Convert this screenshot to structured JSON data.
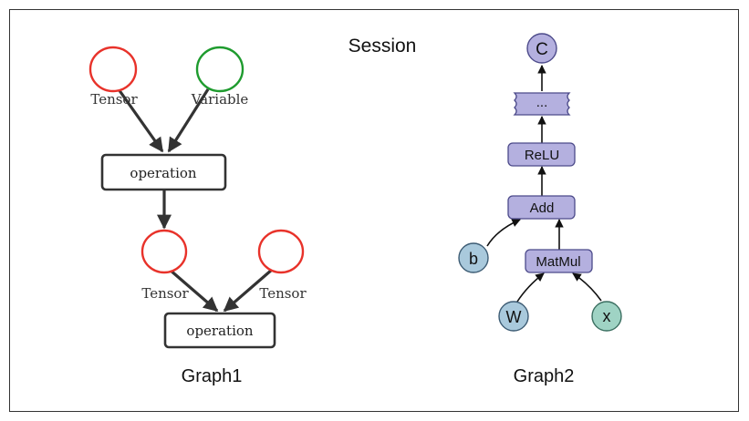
{
  "session": {
    "title": "Session"
  },
  "graph1": {
    "caption": "Graph1",
    "nodes": {
      "tensor1": "Tensor",
      "variable": "Variable",
      "op1": "operation",
      "tensor2": "Tensor",
      "tensor3": "Tensor",
      "op2": "operation"
    }
  },
  "graph2": {
    "caption": "Graph2",
    "nodes": {
      "c": "C",
      "ellipsis": "...",
      "relu": "ReLU",
      "add": "Add",
      "b": "b",
      "matmul": "MatMul",
      "w": "W",
      "x": "x"
    }
  },
  "colors": {
    "tensor_stroke": "#e8322a",
    "variable_stroke": "#1e9b2e",
    "box_stroke": "#333333",
    "purple_fill": "#b4b0df",
    "purple_stroke": "#4c4a8a",
    "blue_fill": "#a9c9dc",
    "teal_fill": "#9fd3c4"
  }
}
